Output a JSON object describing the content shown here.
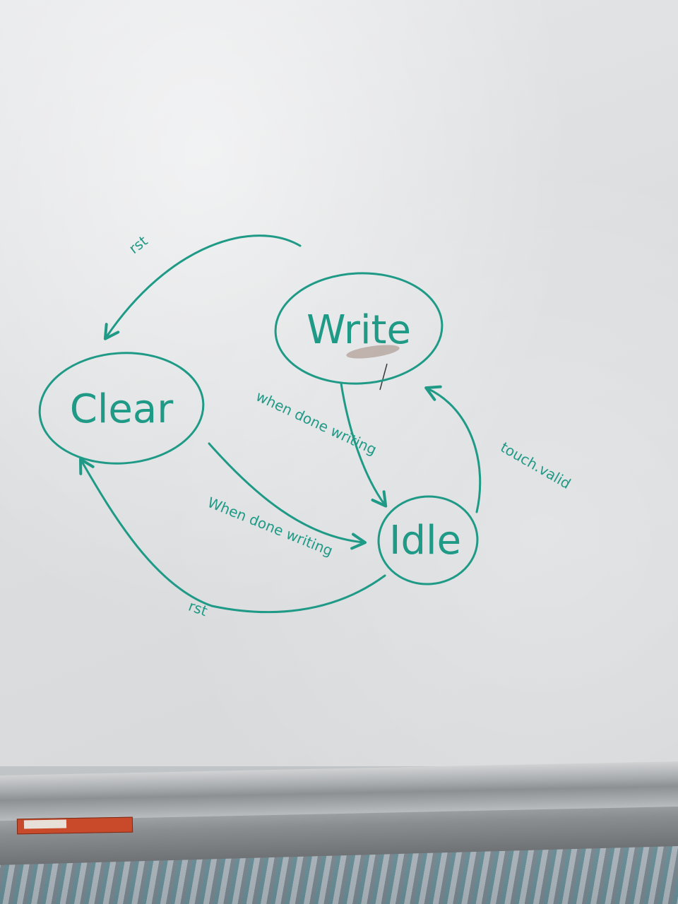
{
  "diagram": {
    "states": {
      "clear": "Clear",
      "write": "Write",
      "idle": "Idle"
    },
    "edges": {
      "write_to_clear": "rst",
      "write_to_idle": "when done writing",
      "clear_to_idle": "When done writing",
      "idle_to_write": "touch.valid",
      "idle_to_clear": "rst"
    }
  },
  "colors": {
    "marker": "#1f9a86"
  }
}
